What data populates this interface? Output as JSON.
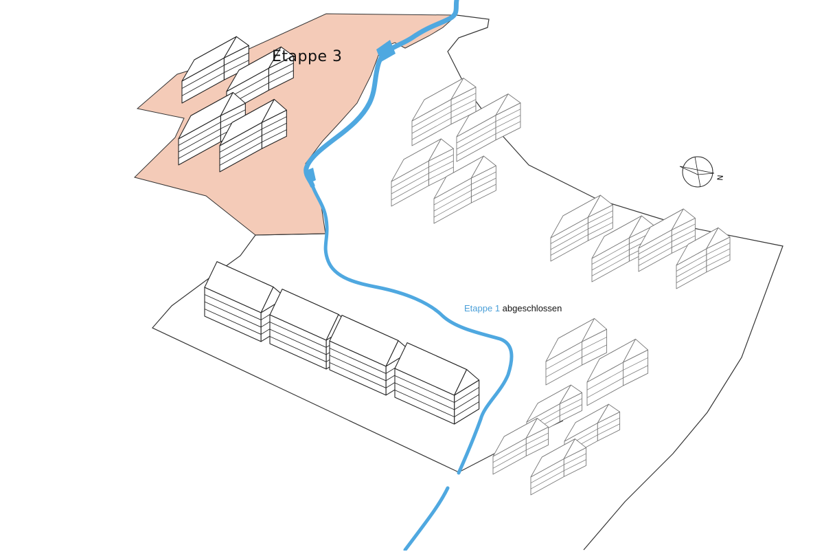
{
  "labels": {
    "etappe3": "Etappe 3",
    "etappe1_highlight": "Etappe 1",
    "etappe1_rest": " abgeschlossen"
  },
  "compass": {
    "north_letter": "N"
  },
  "colors": {
    "stage3_fill": "#f4cbb8",
    "river": "#4fa8e0",
    "stage1_text": "#4a9fd8",
    "outline": "#333333",
    "building_stroke": "#222222",
    "building_stroke_light": "#777777"
  }
}
